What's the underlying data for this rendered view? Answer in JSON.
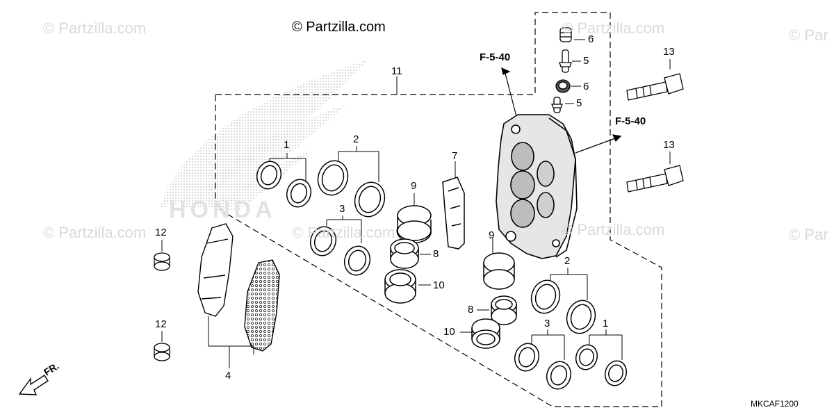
{
  "copyright": "© Partzilla.com",
  "watermark": "© Partzilla.com",
  "watermark_partial": "© Par",
  "brand_logo": "HONDA",
  "diagram_code": "MKCAF1200",
  "front_marker": "FR.",
  "reference_label": "F-5-40",
  "callouts": {
    "n1": "1",
    "n2": "2",
    "n3": "3",
    "n4": "4",
    "n5": "5",
    "n6": "6",
    "n7": "7",
    "n8": "8",
    "n9": "9",
    "n10": "10",
    "n11": "11",
    "n12": "12",
    "n13": "13"
  }
}
